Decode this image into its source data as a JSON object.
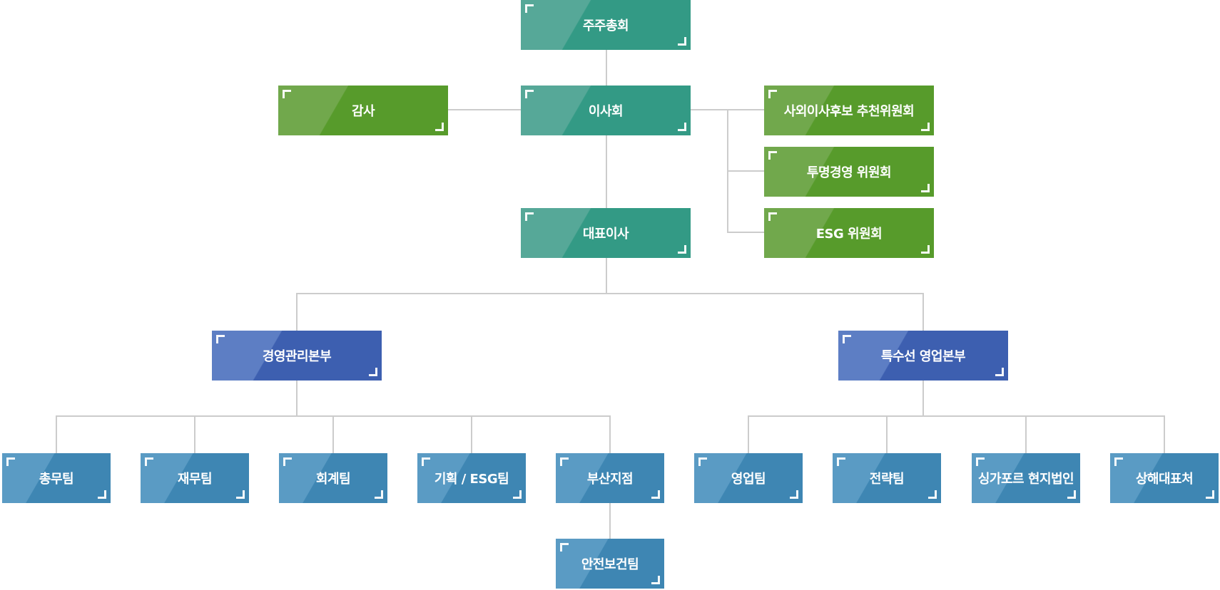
{
  "colors": {
    "teal": "#339a85",
    "green": "#579b2b",
    "navy": "#3d5fb0",
    "steel": "#3e86b3",
    "connector": "#cccccc"
  },
  "nodes": {
    "shareholders": "주주총회",
    "audit": "감사",
    "board": "이사회",
    "outside_director_committee": "사외이사후보 추천위원회",
    "transparency_committee": "투명경영 위원회",
    "esg_committee": "ESG 위원회",
    "ceo": "대표이사",
    "management_division": "경영관리본부",
    "special_ship_sales_division": "특수선 영업본부",
    "general_affairs_team": "총무팀",
    "finance_team": "재무팀",
    "accounting_team": "회계팀",
    "planning_esg_team": "기획 / ESG팀",
    "busan_branch": "부산지점",
    "safety_health_team": "안전보건팀",
    "sales_team": "영업팀",
    "strategy_team": "전략팀",
    "singapore_subsidiary": "싱가포르 현지법인",
    "shanghai_office": "상해대표처"
  }
}
